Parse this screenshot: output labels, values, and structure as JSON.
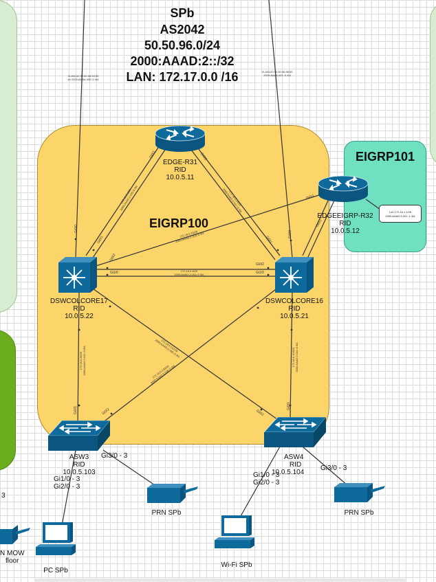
{
  "colors": {
    "zone_spb": "#fbd46a",
    "zone_eigrp101": "#6fe0c0",
    "zone_left_green": "#d8ecd2",
    "zone_left_dark": "#6aad1e",
    "device_blue": "#0e6a9b",
    "link": "#333333"
  },
  "header": {
    "name": "SPb",
    "as": "AS2042",
    "ipv4": "50.50.96.0/24",
    "ipv6": "2000:AAAD:2::/32",
    "lan": "LAN: 172.17.0.0 /16"
  },
  "zones": {
    "eigrp100": "EIGRP100",
    "eigrp101": "EIGRP101"
  },
  "uplinks": {
    "left": [
      "VLAN110 50.50.96.92/30",
      "v6 2000:AAAA:400::0 /64"
    ],
    "right": [
      "VLAN120 50.50.96.96/30",
      "2000:AAAA:401::0 /64"
    ]
  },
  "loopback_box": [
    "Lo0 172.16.1.1/26",
    "2000:AAAD:3:201::1 /64"
  ],
  "devices": {
    "edge_r31": {
      "name": "EDGE-R31",
      "rid_label": "RID",
      "rid": "10.0.5.11"
    },
    "edge_r32": {
      "name": "EDGEEIGRP-R32",
      "rid_label": "RID",
      "rid": "10.0.5.12"
    },
    "core17": {
      "name": "DSWCOLCORE17",
      "rid_label": "RID",
      "rid": "10.0.5.22"
    },
    "core16": {
      "name": "DSWCOLCORE16",
      "rid_label": "RID",
      "rid": "10.0.5.21"
    },
    "asw3": {
      "name": "ASW3",
      "rid_label": "RID",
      "rid": "10.0.5.103",
      "ports": "Gi1/0 - 3",
      "ports2": "Gi2/0 - 3",
      "ports3": "Gi3/0 - 3"
    },
    "asw4": {
      "name": "ASW4",
      "rid_label": "RID",
      "rid": "10.0.5.104",
      "ports": "Gi1/0 - 3",
      "ports2": "Gi2/0 - 3",
      "ports3": "Gi3/0 - 3"
    },
    "prn_spb_1": {
      "name": "PRN SPb"
    },
    "prn_spb_2": {
      "name": "PRN SPb"
    },
    "pc_spb": {
      "name": "PC SPb"
    },
    "wifi_spb": {
      "name": "Wi-Fi SPb"
    },
    "left_edge_port": "3",
    "left_edge_name1": "N MOW",
    "left_edge_name2": "floor"
  },
  "link_labels": {
    "core17_core16": [
      "172.18.0.8/29",
      "2000:AAAD:2:102::0 /64"
    ],
    "core17_r32": [
      "172.18.0.16/29",
      "2000:AAAD:2:103::0 /64"
    ],
    "core17_asw3": [
      "172.18.0.96/29",
      "2000:AAAD:2:101::0 /64"
    ],
    "core16_asw4": [
      "172.18.0.104/29",
      "2000:AAAD:2:104::0 /64"
    ],
    "core17_asw4": [
      "172.18.0.112/29",
      "2000:AAAD:2:105::0 /64"
    ],
    "core16_asw3": [
      "172.18.0.120/29",
      "2000:AAAD:2:106::0 /64"
    ],
    "r31_core17": [
      "172.18.0.0/29",
      "2000:AAAD:2:100::0 /64"
    ],
    "r31_core16": [
      "172.18.0.24/29",
      "2000:AAAD:2:107::0 /64"
    ]
  },
  "ports": {
    "r31_a": "Gi0/1",
    "r31_b": "Gi0/2",
    "c17_up": "Gi0/0",
    "c17_a": "Gi0/1",
    "c17_b": "Gi0/2",
    "c17_c": "Gi1/0",
    "c16_up": "Gi0/0",
    "c16_a": "Gi0/1",
    "c16_b": "Gi0/2",
    "c16_c": "Gi1/0",
    "r32_a": "Gi0/1",
    "r32_b": "Gi0/2",
    "asw3_a": "Gi0/1",
    "asw3_b": "Gi0/2",
    "asw4_a": "Gi0/1",
    "asw4_b": "Gi0/2"
  }
}
